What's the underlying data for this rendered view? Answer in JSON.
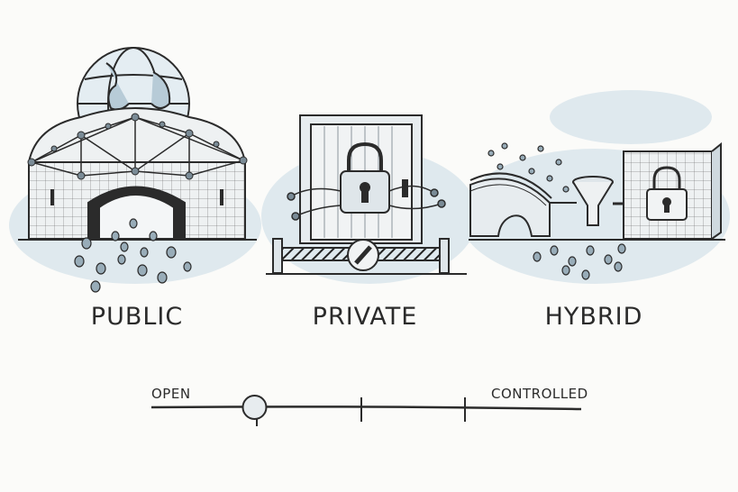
{
  "panels": [
    {
      "id": "public",
      "label": "PUBLIC"
    },
    {
      "id": "private",
      "label": "PRIVATE"
    },
    {
      "id": "hybrid",
      "label": "HYBRID"
    }
  ],
  "scale": {
    "left_label": "OPEN",
    "right_label": "CONTROLLED",
    "marker_level": 0.24
  },
  "colors": {
    "ink": "#2b2b2b",
    "wash": "#c9dbe6",
    "stone": "#eef1f2"
  }
}
